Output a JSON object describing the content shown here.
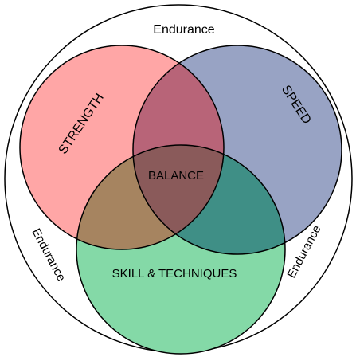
{
  "diagram": {
    "outer_label_top": "Endurance",
    "outer_label_left": "Endurance",
    "outer_label_right": "Endurance",
    "strength_label": "STRENGTH",
    "speed_label": "SPEED",
    "skill_label": "SKILL & TECHNIQUES",
    "center_label": "BALANCE"
  },
  "colors": {
    "strength": "#ffa6a6",
    "speed": "#98a3c4",
    "skill": "#84d9a7",
    "strength_speed": "#b86478",
    "strength_skill": "#a68460",
    "speed_skill": "#3f8f86",
    "balance": "#8a5a5a",
    "outline": "#000000",
    "background": "#ffffff"
  }
}
